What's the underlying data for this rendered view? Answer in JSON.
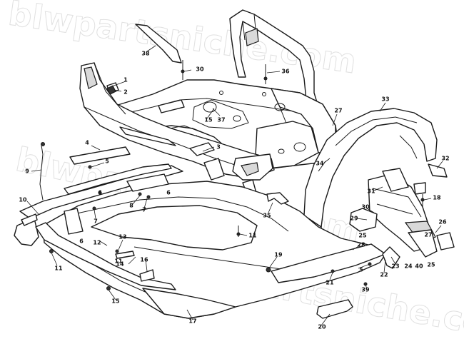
{
  "watermark": "blwpartsniche.com",
  "callouts": [
    "1",
    "2",
    "3",
    "4",
    "5",
    "5",
    "6",
    "6",
    "6",
    "7",
    "7",
    "8",
    "9",
    "10",
    "11",
    "11",
    "11",
    "12",
    "13",
    "14",
    "15",
    "15",
    "16",
    "17",
    "18",
    "19",
    "20",
    "21",
    "22",
    "23",
    "24",
    "25",
    "25",
    "26",
    "27",
    "27",
    "28",
    "29",
    "30",
    "30",
    "31",
    "32",
    "33",
    "34",
    "35",
    "36",
    "37",
    "38",
    "39",
    "40"
  ]
}
